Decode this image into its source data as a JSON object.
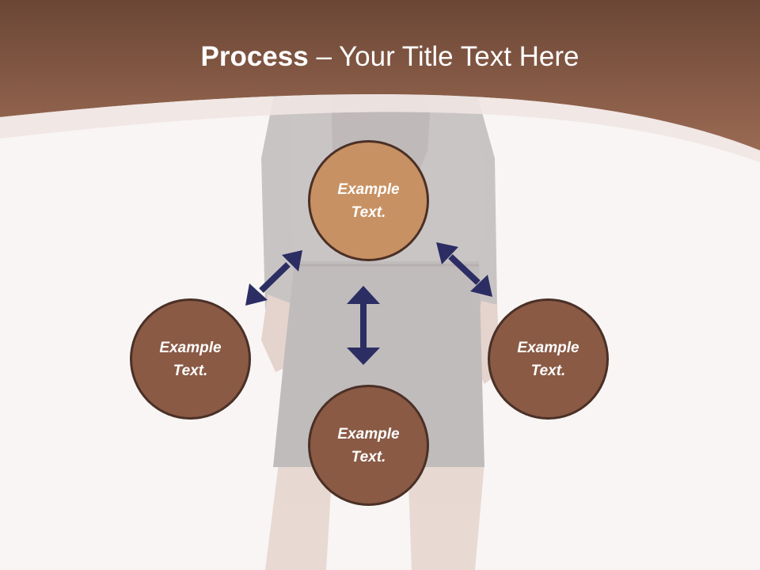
{
  "title": {
    "bold": "Process",
    "rest": " – Your Title Text Here"
  },
  "nodes": [
    {
      "line1": "Example",
      "line2": "Text."
    },
    {
      "line1": "Example",
      "line2": "Text."
    },
    {
      "line1": "Example",
      "line2": "Text."
    },
    {
      "line1": "Example",
      "line2": "Text."
    }
  ],
  "colors": {
    "header_brown": "#8e5e49",
    "node_brown": "#8a5a45",
    "node_orange": "#c89163",
    "arrow_navy": "#2b2d63",
    "background": "#f8f5f4"
  }
}
